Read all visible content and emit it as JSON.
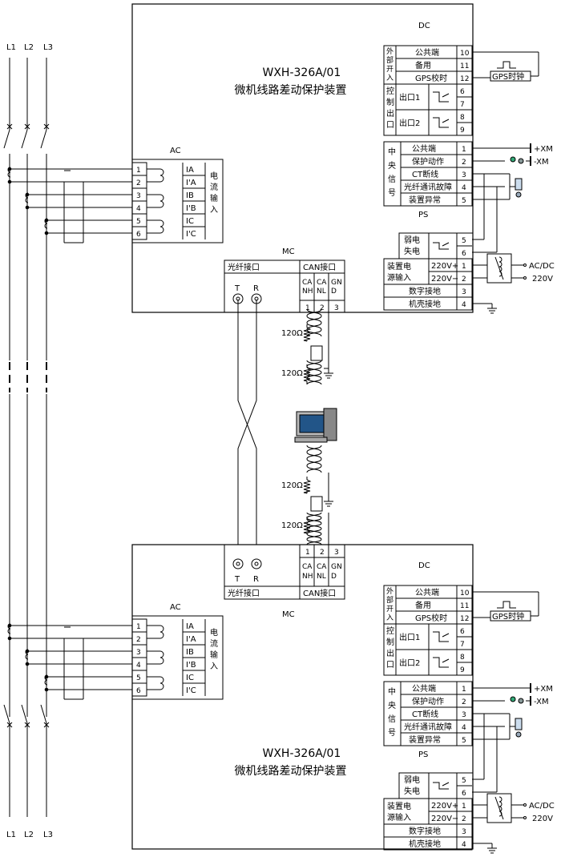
{
  "lines": {
    "top_left": [
      "L1",
      "L2",
      "L3"
    ],
    "bottom_left": [
      "L1",
      "L2",
      "L3"
    ]
  },
  "device": {
    "model": "WXH-326A/01",
    "name": "微机线路差动保护装置"
  },
  "sections": {
    "ac": "AC",
    "dc": "DC",
    "mc": "MC",
    "ps": "PS"
  },
  "ac": {
    "rows": [
      {
        "n": "1",
        "label": "IA"
      },
      {
        "n": "2",
        "label": "I'A"
      },
      {
        "n": "3",
        "label": "IB"
      },
      {
        "n": "4",
        "label": "I'B"
      },
      {
        "n": "5",
        "label": "IC"
      },
      {
        "n": "6",
        "label": "I'C"
      }
    ],
    "group_label": [
      "电",
      "流",
      "输",
      "入"
    ]
  },
  "dc": {
    "ext_input_label": [
      "外",
      "部",
      "开",
      "入"
    ],
    "ext_input_rows": [
      {
        "label": "公共端",
        "n": "10"
      },
      {
        "label": "备用",
        "n": "11"
      },
      {
        "label": "GPS校时",
        "n": "12"
      }
    ],
    "gps_clock": "GPS时钟",
    "ctrl_label": [
      "控",
      "制",
      "出",
      "口"
    ],
    "ctrl_rows": [
      {
        "label": "出口1",
        "n1": "6",
        "n2": "7"
      },
      {
        "label": "出口2",
        "n1": "8",
        "n2": "9"
      }
    ],
    "signal_label": [
      "中",
      "央",
      "信",
      "号"
    ],
    "signal_rows": [
      {
        "label": "公共端",
        "n": "1"
      },
      {
        "label": "保护动作",
        "n": "2"
      },
      {
        "label": "CT断线",
        "n": "3"
      },
      {
        "label": "光纤通讯故障",
        "n": "4"
      },
      {
        "label": "装置异常",
        "n": "5"
      }
    ],
    "xm_pos": "+XM",
    "xm_neg": "-XM"
  },
  "ps": {
    "weak_loss": [
      "弱电",
      "失电"
    ],
    "weak_n": [
      "5",
      "6"
    ],
    "supply_label": [
      "装置电",
      "源输入"
    ],
    "supply_rows": [
      {
        "label": "220V+",
        "n": "1"
      },
      {
        "label": "220V−",
        "n": "2"
      }
    ],
    "digital_ground": {
      "label": "数字接地",
      "n": "3"
    },
    "chassis_ground": {
      "label": "机壳接地",
      "n": "4"
    },
    "acdc": "AC/DC",
    "v220": "220V"
  },
  "mc": {
    "fiber": "光纤接口",
    "can": "CAN接口",
    "fiber_ports": [
      "T",
      "R"
    ],
    "can_cols": [
      {
        "top": "CA",
        "bot": "NH",
        "n": "1"
      },
      {
        "top": "CA",
        "bot": "NL",
        "n": "2"
      },
      {
        "top": "GN",
        "bot": "D",
        "n": "3"
      }
    ]
  },
  "resistor": "120Ω"
}
